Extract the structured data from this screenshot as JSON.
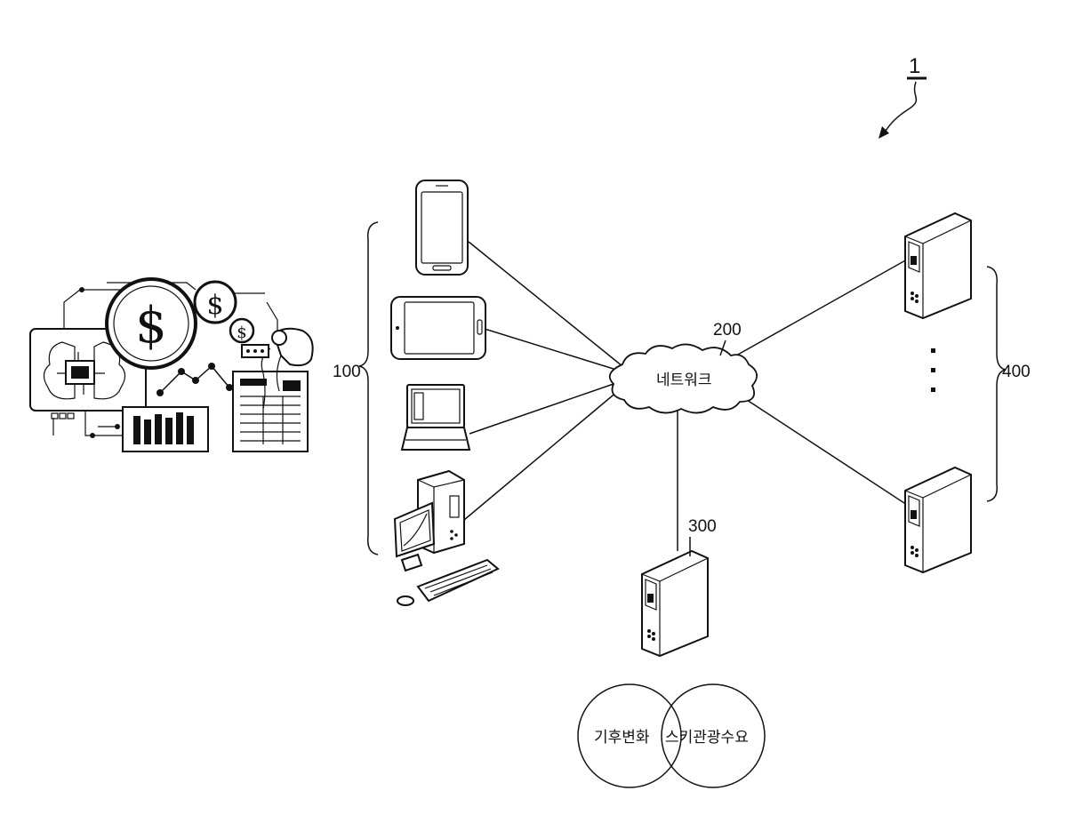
{
  "figure_ref": "1",
  "labels": {
    "user_devices": "100",
    "network_ref": "200",
    "network": "네트워크",
    "server": "300",
    "external_servers": "400",
    "ellipsis": "·\n·\n·"
  },
  "venn": {
    "left": "기후변화",
    "right": "스키관광수요"
  },
  "icons": {
    "fintech": "fintech-illustration-icon",
    "smartphone": "smartphone-icon",
    "tablet": "tablet-icon",
    "laptop": "laptop-icon",
    "desktop": "desktop-pc-icon",
    "cloud": "cloud-icon",
    "server": "server-tower-icon"
  }
}
